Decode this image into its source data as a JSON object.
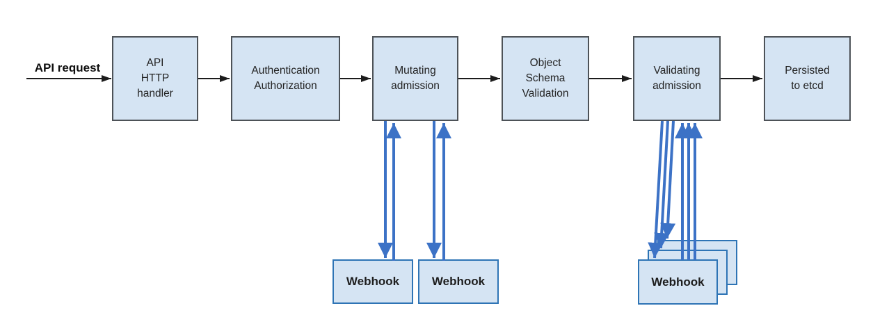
{
  "diagram": {
    "request_label": "API request",
    "nodes": [
      {
        "id": "api-http-handler",
        "label": "API\nHTTP\nhandler"
      },
      {
        "id": "authn-authz",
        "label": "Authentication\nAuthorization"
      },
      {
        "id": "mutating-admission",
        "label": "Mutating\nadmission"
      },
      {
        "id": "object-schema-validation",
        "label": "Object\nSchema\nValidation"
      },
      {
        "id": "validating-admission",
        "label": "Validating\nadmission"
      },
      {
        "id": "persisted-to-etcd",
        "label": "Persisted\nto etcd"
      }
    ],
    "webhooks": {
      "mutating": [
        "Webhook",
        "Webhook"
      ],
      "validating": [
        "Webhook",
        "Webhook",
        "Webhook"
      ]
    },
    "colors": {
      "node_fill": "#d5e4f3",
      "node_border": "#4d5257",
      "webhook_border": "#2e74b5",
      "flow_arrow": "#1c1c1c",
      "webhook_arrow": "#3c72c6"
    }
  }
}
